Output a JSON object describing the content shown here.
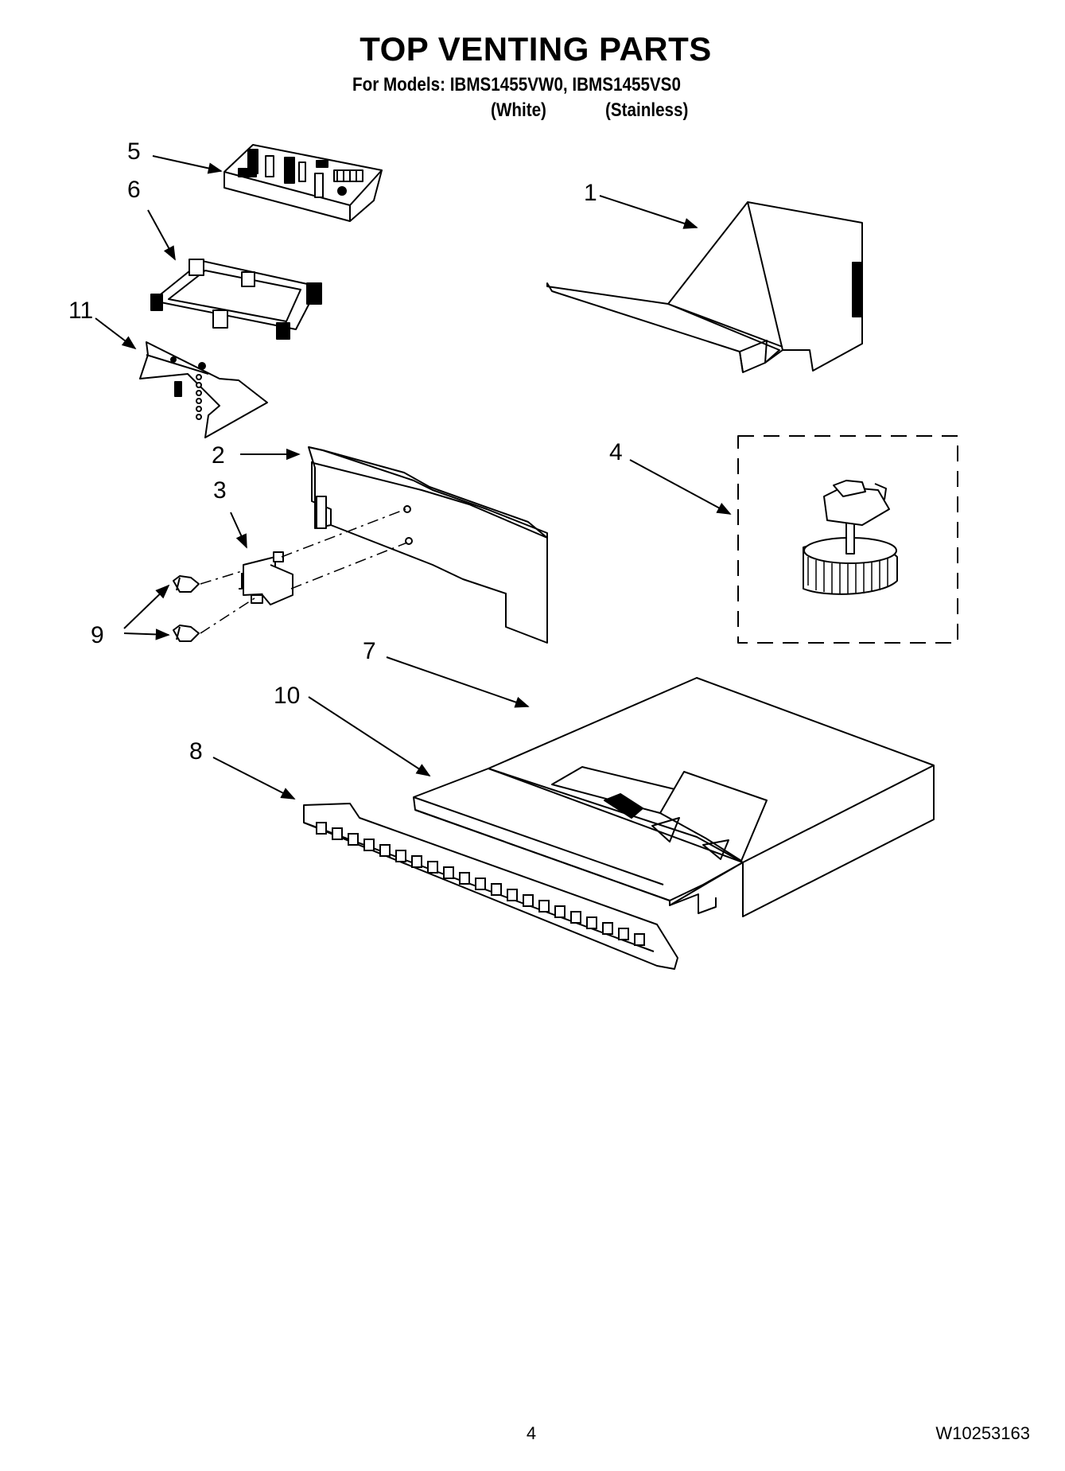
{
  "header": {
    "title": "TOP VENTING PARTS",
    "models": "For Models: IBMS1455VW0, IBMS1455VS0",
    "variant_white": "(White)",
    "variant_stainless": "(Stainless)"
  },
  "callouts": {
    "c1": "1",
    "c2": "2",
    "c3": "3",
    "c4": "4",
    "c5": "5",
    "c6": "6",
    "c7": "7",
    "c8": "8",
    "c9": "9",
    "c10": "10",
    "c11": "11"
  },
  "footer": {
    "page_number": "4",
    "doc_number": "W10253163"
  }
}
